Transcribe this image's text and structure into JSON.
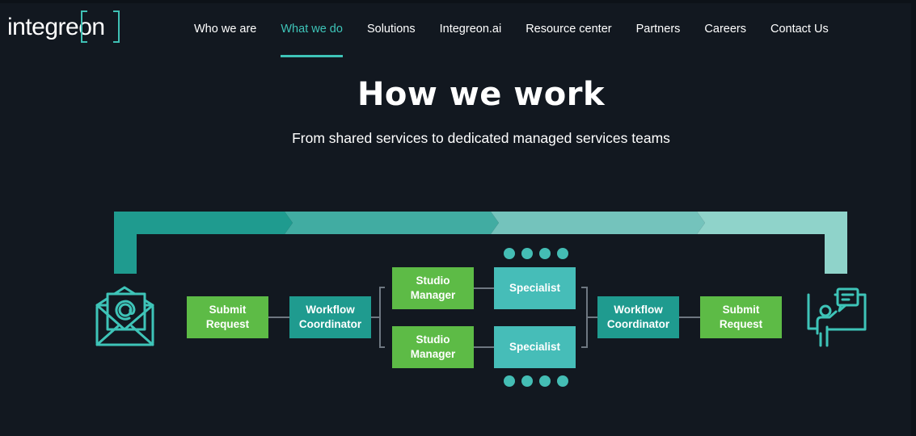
{
  "brand": {
    "logo_text": "integreon"
  },
  "nav": {
    "items": [
      {
        "label": "Who we are"
      },
      {
        "label": "What we do",
        "active": true
      },
      {
        "label": "Solutions"
      },
      {
        "label": "Integreon.ai"
      },
      {
        "label": "Resource center"
      },
      {
        "label": "Partners"
      },
      {
        "label": "Careers"
      },
      {
        "label": "Contact Us"
      }
    ]
  },
  "hero": {
    "title": "How we work",
    "subtitle": "From shared services to dedicated managed services teams"
  },
  "workflow": {
    "start_icon": "email-envelope-icon",
    "end_icon": "presenter-icon",
    "left_submit": "Submit\nRequest",
    "left_coordinator": "Workflow\nCoordinator",
    "manager_top": "Studio\nManager",
    "manager_bottom": "Studio\nManager",
    "specialist_top": "Specialist",
    "specialist_bottom": "Specialist",
    "right_coordinator": "Workflow\nCoordinator",
    "right_submit": "Submit\nRequest"
  },
  "colors": {
    "background": "#121820",
    "accent": "#3ec4b8",
    "green": "#5dbb46",
    "teal": "#1f9b8f",
    "light_teal": "#46bdb8"
  }
}
